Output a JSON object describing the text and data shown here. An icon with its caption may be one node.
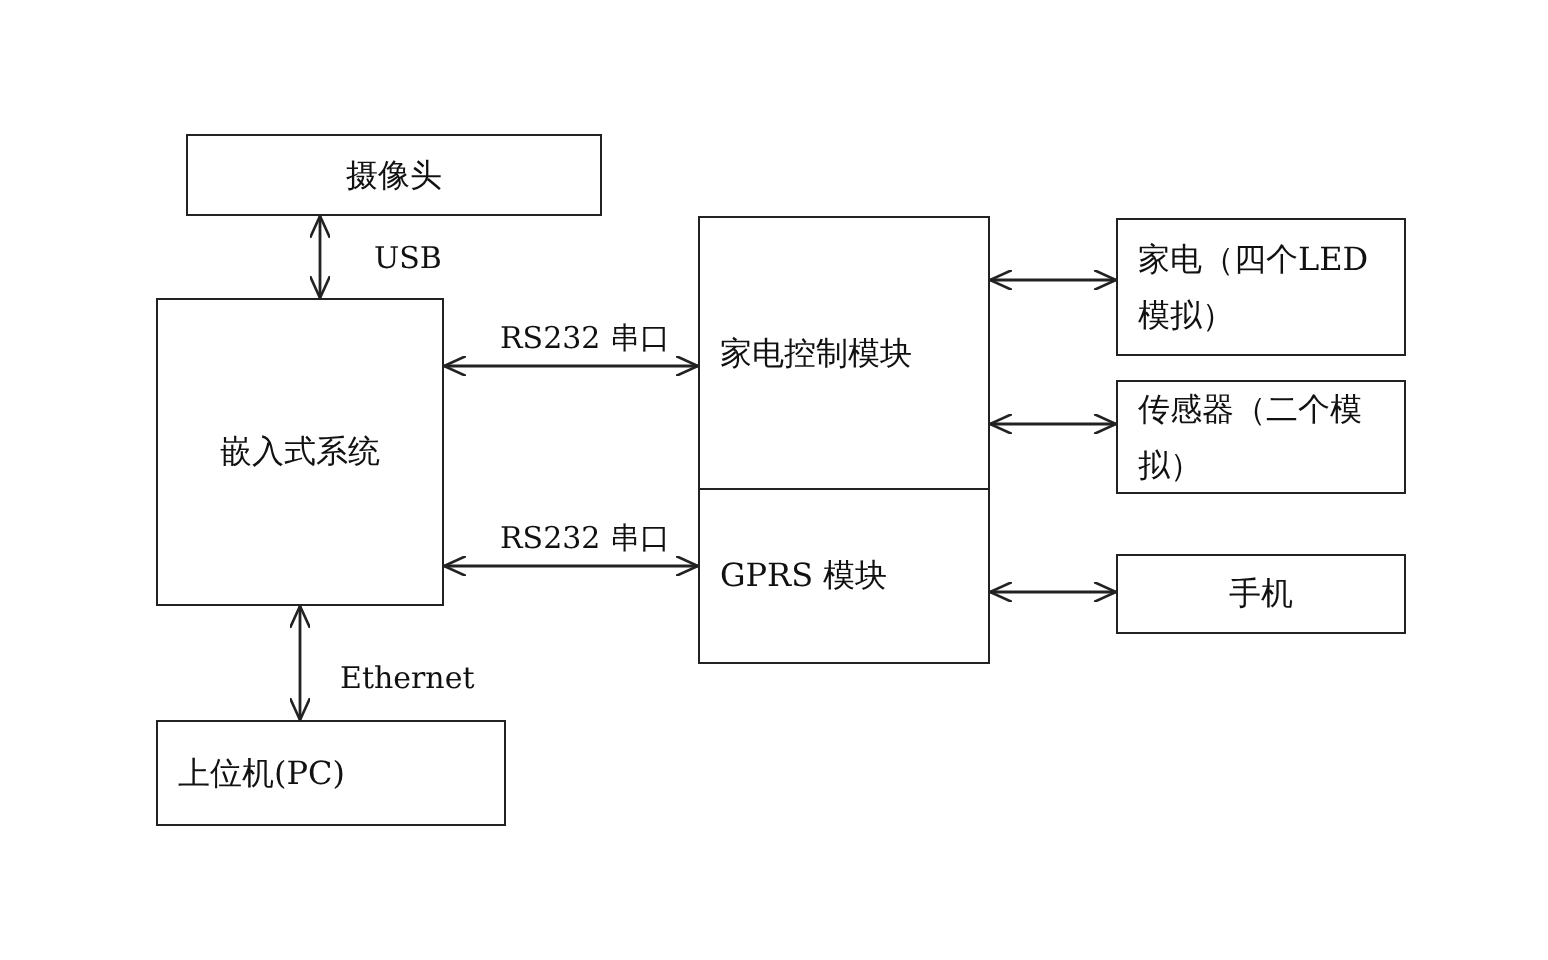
{
  "diagram": {
    "nodes": [
      {
        "text": [
          "摄像头"
        ]
      },
      {
        "text": [
          "嵌入式系统"
        ]
      },
      {
        "text": [
          "上位机(PC)"
        ]
      },
      {
        "text": [
          "家电控制模块"
        ]
      },
      {
        "text": [
          "GPRS 模块"
        ]
      },
      {
        "text": [
          "家电（四个LED 模拟）"
        ]
      },
      {
        "text": [
          "传感器（二个模拟）"
        ]
      },
      {
        "text": [
          "手机"
        ]
      }
    ],
    "edges": [
      {
        "from": 0,
        "to": 1,
        "arrow": "both",
        "label": "USB"
      },
      {
        "from": 1,
        "to": 2,
        "arrow": "both",
        "label": "Ethernet"
      },
      {
        "from": 1,
        "to": 3,
        "arrow": "both",
        "label": "RS232 串口"
      },
      {
        "from": 1,
        "to": 4,
        "arrow": "both",
        "label": "RS232 串口"
      },
      {
        "from": 3,
        "to": 5,
        "arrow": "both"
      },
      {
        "from": 3,
        "to": 6,
        "arrow": "both"
      },
      {
        "from": 4,
        "to": 7,
        "arrow": "both"
      }
    ]
  }
}
